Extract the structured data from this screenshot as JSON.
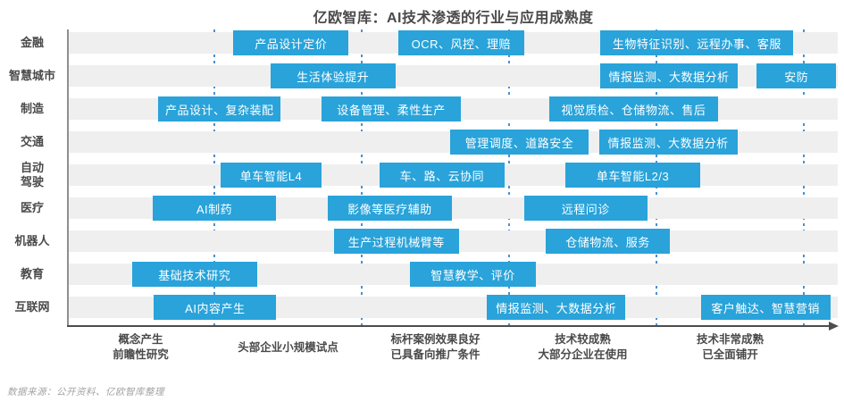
{
  "title": "亿欧智库：AI技术渗透的行业与应用成熟度",
  "footer": {
    "source": "数据来源：公开资料、亿欧智库整理"
  },
  "colors": {
    "bar": "#29a3da",
    "band": "#efefef",
    "gridline": "#4a90d2",
    "axis_gray": "#8f8f8f",
    "axis_dark": "#4d4d4d",
    "text_dark": "#4a4a4a",
    "text_light": "#a3a3a3"
  },
  "chart_data": {
    "type": "bar",
    "variant": "horizontal floating bars (industry vs. AI application maturity timeline)",
    "title": "亿欧智库：AI技术渗透的行业与应用成熟度",
    "legend_position": "none",
    "grid": "dashed vertical stage separators",
    "x_axis": {
      "range_stage_units": [
        0,
        5.25
      ],
      "gridlines_at": [
        1,
        2,
        3,
        4,
        5
      ],
      "stages": [
        {
          "label_lines": [
            "概念产生",
            "前瞻性研究"
          ]
        },
        {
          "label_lines": [
            "头部企业小规模试点"
          ]
        },
        {
          "label_lines": [
            "标杆案例效果良好",
            "已具备向推广条件"
          ]
        },
        {
          "label_lines": [
            "技术较成熟",
            "大部分企业在使用"
          ]
        },
        {
          "label_lines": [
            "技术非常成熟",
            "已全面铺开"
          ]
        }
      ]
    },
    "rows": [
      {
        "industry": "金融",
        "label_lines": [
          "金融"
        ],
        "bars": [
          {
            "label": "产品设计定价",
            "span": [
              1.13,
              1.91
            ]
          },
          {
            "label": "OCR、风控、理赔",
            "span": [
              2.25,
              3.1
            ]
          },
          {
            "label": "生物特征识别、远程办事、客服",
            "span": [
              3.62,
              4.93
            ]
          }
        ]
      },
      {
        "industry": "智慧城市",
        "label_lines": [
          "智慧城市"
        ],
        "bars": [
          {
            "label": "生活体验提升",
            "span": [
              1.38,
              2.23
            ]
          },
          {
            "label": "情报监测、大数据分析",
            "span": [
              3.62,
              4.55
            ]
          },
          {
            "label": "安防",
            "span": [
              4.68,
              5.22
            ]
          }
        ]
      },
      {
        "industry": "制造",
        "label_lines": [
          "制造"
        ],
        "bars": [
          {
            "label": "产品设计、复杂装配",
            "span": [
              0.62,
              1.45
            ]
          },
          {
            "label": "设备管理、柔性生产",
            "span": [
              1.73,
              2.67
            ]
          },
          {
            "label": "视觉质检、仓储物流、售后",
            "span": [
              3.27,
              4.42
            ]
          }
        ]
      },
      {
        "industry": "交通",
        "label_lines": [
          "交通"
        ],
        "bars": [
          {
            "label": "管理调度、道路安全",
            "span": [
              2.6,
              3.54
            ]
          },
          {
            "label": "情报监测、大数据分析",
            "span": [
              3.61,
              4.55
            ]
          }
        ]
      },
      {
        "industry": "自动驾驶",
        "label_lines": [
          "自动",
          "驾驶"
        ],
        "bars": [
          {
            "label": "单车智能L4",
            "span": [
              1.04,
              1.73
            ]
          },
          {
            "label": "车、路、云协同",
            "span": [
              2.12,
              2.97
            ]
          },
          {
            "label": "单车智能L2/3",
            "span": [
              3.38,
              4.3
            ]
          }
        ]
      },
      {
        "industry": "医疗",
        "label_lines": [
          "医疗"
        ],
        "bars": [
          {
            "label": "AI制药",
            "span": [
              0.58,
              1.42
            ]
          },
          {
            "label": "影像等医疗辅助",
            "span": [
              1.77,
              2.61
            ]
          },
          {
            "label": "远程问诊",
            "span": [
              3.1,
              3.94
            ]
          }
        ]
      },
      {
        "industry": "机器人",
        "label_lines": [
          "机器人"
        ],
        "bars": [
          {
            "label": "生产过程机械臂等",
            "span": [
              1.81,
              2.66
            ]
          },
          {
            "label": "仓储物流、服务",
            "span": [
              3.25,
              4.09
            ]
          }
        ]
      },
      {
        "industry": "教育",
        "label_lines": [
          "教育"
        ],
        "bars": [
          {
            "label": "基础技术研究",
            "span": [
              0.44,
              1.29
            ]
          },
          {
            "label": "智慧教学、评价",
            "span": [
              2.33,
              3.18
            ]
          }
        ]
      },
      {
        "industry": "互联网",
        "label_lines": [
          "互联网"
        ],
        "bars": [
          {
            "label": "AI内容产生",
            "span": [
              0.59,
              1.42
            ]
          },
          {
            "label": "情报监测、大数据分析",
            "span": [
              2.85,
              3.79
            ]
          },
          {
            "label": "客户触达、智慧营销",
            "span": [
              4.3,
              5.18
            ]
          }
        ]
      }
    ]
  }
}
